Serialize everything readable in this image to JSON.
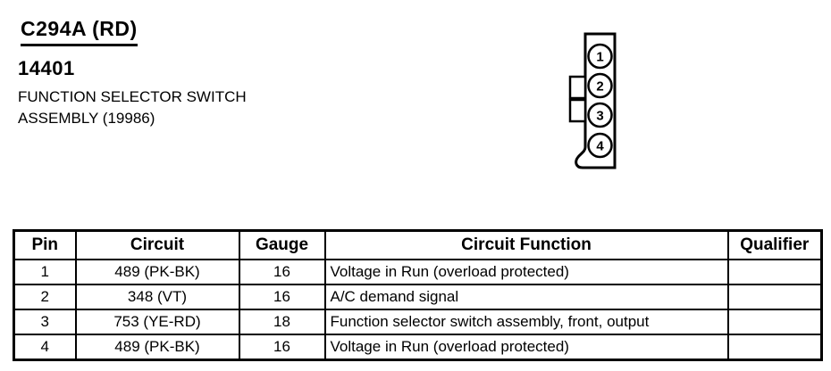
{
  "colors": {
    "ink": "#000000",
    "paper": "#ffffff"
  },
  "header": {
    "connector_id": "C294A (RD)",
    "component_number": "14401",
    "component_name_line1": "FUNCTION SELECTOR SWITCH",
    "component_name_line2": "ASSEMBLY (19986)"
  },
  "diagram": {
    "type": "connector-pinout",
    "pins": [
      "1",
      "2",
      "3",
      "4"
    ]
  },
  "table": {
    "headers": [
      "Pin",
      "Circuit",
      "Gauge",
      "Circuit Function",
      "Qualifier"
    ],
    "rows": [
      {
        "pin": "1",
        "circuit": "489 (PK-BK)",
        "gauge": "16",
        "circuit_function": "Voltage in Run (overload protected)",
        "qualifier": ""
      },
      {
        "pin": "2",
        "circuit": "348 (VT)",
        "gauge": "16",
        "circuit_function": "A/C demand signal",
        "qualifier": ""
      },
      {
        "pin": "3",
        "circuit": "753 (YE-RD)",
        "gauge": "18",
        "circuit_function": "Function selector switch assembly, front, output",
        "qualifier": ""
      },
      {
        "pin": "4",
        "circuit": "489 (PK-BK)",
        "gauge": "16",
        "circuit_function": "Voltage in Run (overload protected)",
        "qualifier": ""
      }
    ]
  }
}
